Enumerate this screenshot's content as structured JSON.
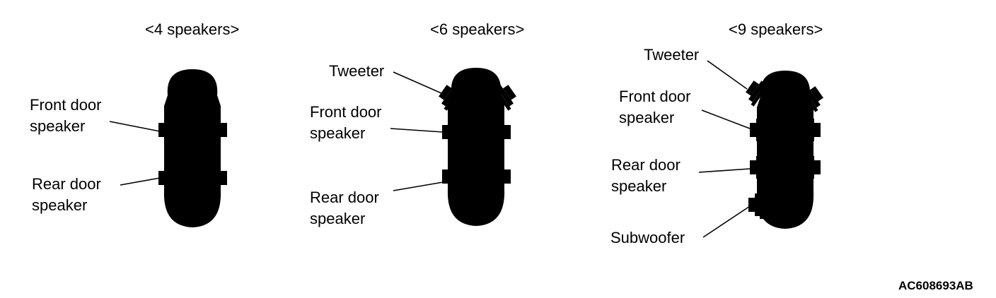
{
  "panels": [
    {
      "title": "<4 speakers>",
      "labels": {
        "front": "Front door\nspeaker",
        "rear": "Rear door\nspeaker"
      }
    },
    {
      "title": "<6 speakers>",
      "labels": {
        "tweeter": "Tweeter",
        "front": "Front door\nspeaker",
        "rear": "Rear door\nspeaker"
      }
    },
    {
      "title": "<9 speakers>",
      "labels": {
        "tweeter": "Tweeter",
        "front": "Front door\nspeaker",
        "rear": "Rear door\nspeaker",
        "subwoofer": "Subwoofer"
      }
    }
  ],
  "figure_code": "AC608693AB"
}
